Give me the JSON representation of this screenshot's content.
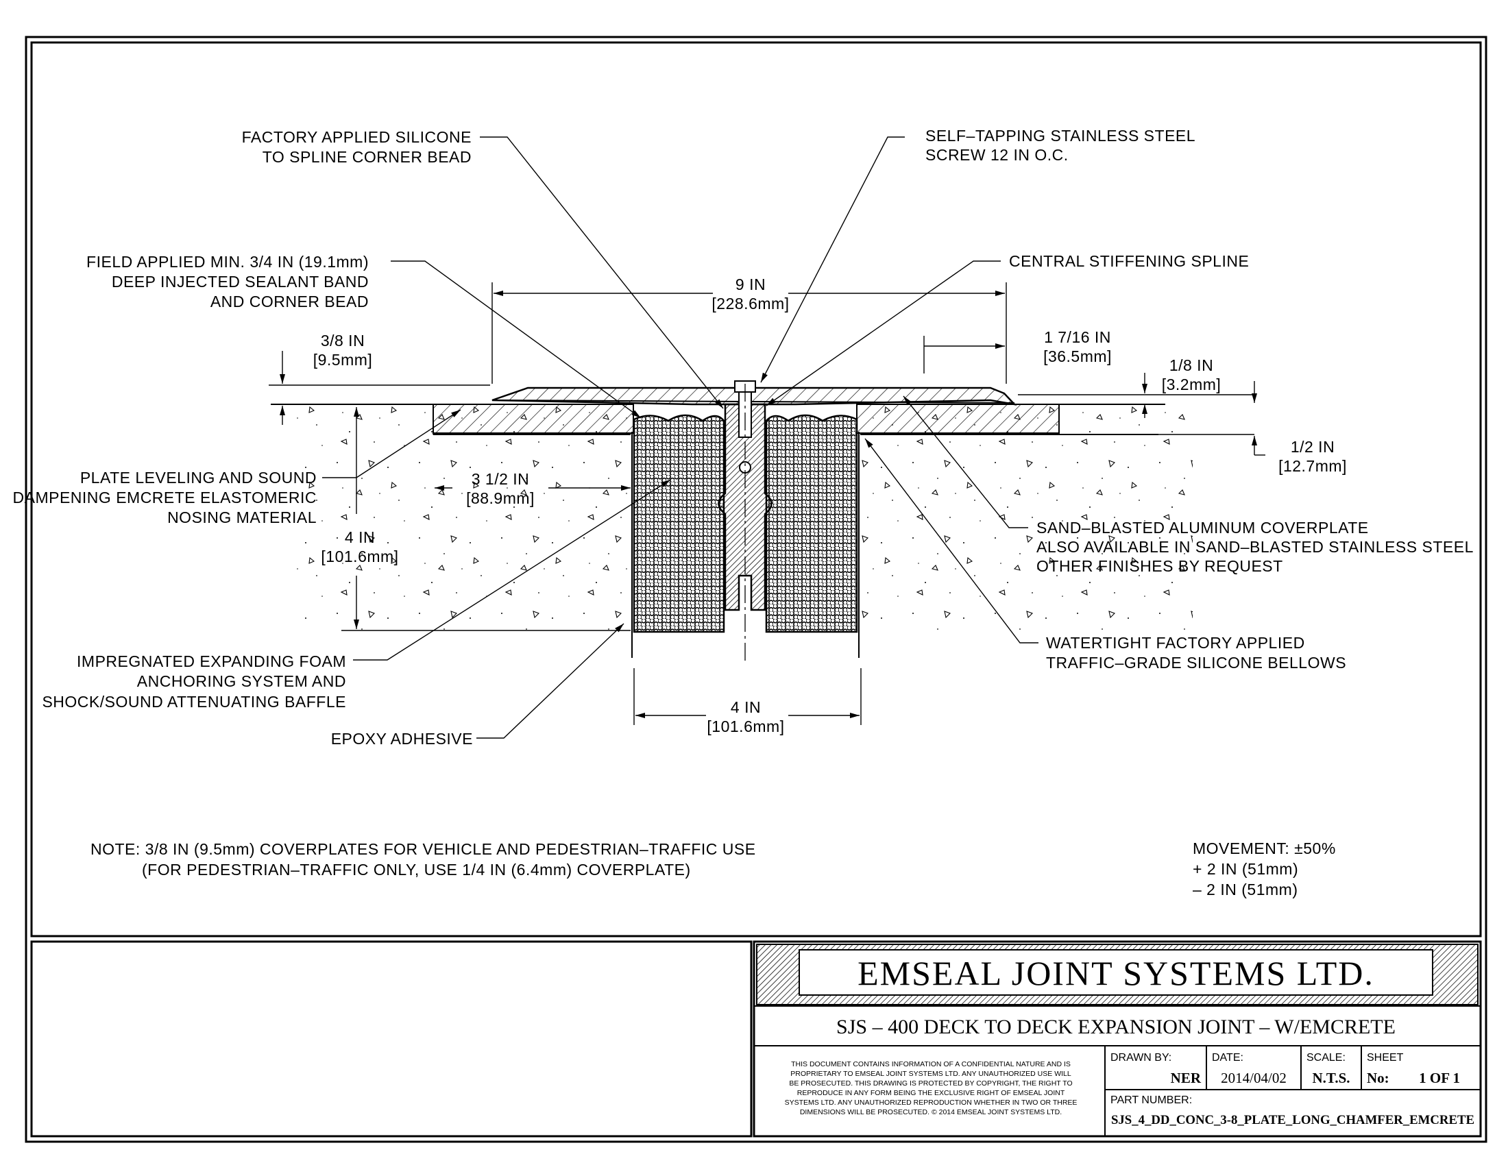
{
  "callouts": {
    "silicone_bead": [
      "FACTORY APPLIED SILICONE",
      "TO SPLINE CORNER BEAD"
    ],
    "screw": [
      "SELF–TAPPING STAINLESS STEEL",
      "SCREW 12 IN O.C."
    ],
    "sealant_band": [
      "FIELD APPLIED MIN. 3/4 IN (19.1mm)",
      "DEEP INJECTED SEALANT BAND",
      "AND CORNER BEAD"
    ],
    "spline": [
      "CENTRAL STIFFENING SPLINE"
    ],
    "nosing": [
      "PLATE LEVELING AND SOUND",
      "DAMPENING EMCRETE ELASTOMERIC",
      "NOSING MATERIAL"
    ],
    "coverplate": [
      "SAND–BLASTED ALUMINUM COVERPLATE",
      "ALSO AVAILABLE IN SAND–BLASTED STAINLESS STEEL",
      "OTHER FINISHES BY REQUEST"
    ],
    "bellows": [
      "WATERTIGHT FACTORY APPLIED",
      "TRAFFIC–GRADE SILICONE BELLOWS"
    ],
    "foam": [
      "IMPREGNATED EXPANDING FOAM",
      "ANCHORING SYSTEM AND",
      "SHOCK/SOUND ATTENUATING BAFFLE"
    ],
    "epoxy": [
      "EPOXY ADHESIVE"
    ]
  },
  "dimensions": {
    "plate_width": [
      "9 IN",
      "[228.6mm]"
    ],
    "chamfer": [
      "1 7/16 IN",
      "[36.5mm]"
    ],
    "plate_thickness": [
      "3/8 IN",
      "[9.5mm]"
    ],
    "edge": [
      "1/8 IN",
      "[3.2mm]"
    ],
    "nosing_thickness": [
      "1/2 IN",
      "[12.7mm]"
    ],
    "nosing_width": [
      "3 1/2 IN",
      "[88.9mm]"
    ],
    "depth": [
      "4 IN",
      "[101.6mm]"
    ],
    "joint_width": [
      "4 IN",
      "[101.6mm]"
    ]
  },
  "note": [
    "NOTE: 3/8 IN (9.5mm) COVERPLATES FOR VEHICLE AND PEDESTRIAN–TRAFFIC USE",
    "(FOR PEDESTRIAN–TRAFFIC ONLY, USE 1/4 IN (6.4mm) COVERPLATE)"
  ],
  "movement": [
    "MOVEMENT: ±50%",
    "+ 2 IN (51mm)",
    "– 2 IN (51mm)"
  ],
  "title_block": {
    "company": "EMSEAL JOINT SYSTEMS LTD.",
    "drawing_title": "SJS – 400 DECK TO DECK EXPANSION JOINT – W/EMCRETE",
    "disclaimer": [
      "THIS DOCUMENT CONTAINS INFORMATION OF A CONFIDENTIAL NATURE AND IS",
      "PROPRIETARY TO EMSEAL JOINT SYSTEMS LTD. ANY UNAUTHORIZED USE WILL",
      "BE PROSECUTED. THIS DRAWING IS PROTECTED BY COPYRIGHT, THE RIGHT TO",
      "REPRODUCE IN ANY FORM BEING THE EXCLUSIVE RIGHT OF EMSEAL JOINT",
      "SYSTEMS LTD. ANY UNAUTHORIZED REPRODUCTION WHETHER IN TWO OR THREE",
      "DIMENSIONS WILL BE PROSECUTED. © 2014 EMSEAL JOINT SYSTEMS LTD."
    ],
    "drawn_by_label": "DRAWN BY:",
    "drawn_by": "NER",
    "date_label": "DATE:",
    "date": "2014/04/02",
    "scale_label": "SCALE:",
    "scale": "N.T.S.",
    "sheet_label": "SHEET",
    "sheet_no_label": "No:",
    "sheet_no": "1 OF 1",
    "part_number_label": "PART NUMBER:",
    "part_number": "SJS_4_DD_CONC_3-8_PLATE_LONG_CHAMFER_EMCRETE"
  }
}
